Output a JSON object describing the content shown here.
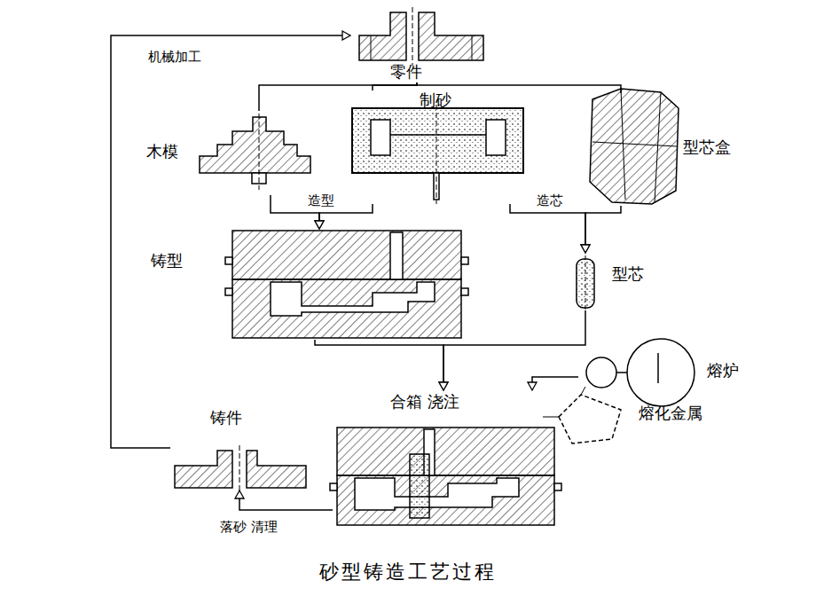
{
  "diagram": {
    "caption": "砂型铸造工艺过程",
    "nodes": [
      {
        "text": [
          "零件"
        ]
      },
      {
        "text": [
          "木模"
        ]
      },
      {
        "text": [
          "制砂"
        ]
      },
      {
        "text": [
          "型芯盒"
        ]
      },
      {
        "text": [
          "铸型"
        ]
      },
      {
        "text": [
          "型芯"
        ]
      },
      {
        "text": [
          "熔炉"
        ]
      },
      {
        "text": [
          "合箱 浇注"
        ]
      },
      {
        "text": [
          "铸件"
        ]
      }
    ],
    "edges": [
      {
        "from": 0,
        "to": 1,
        "arrow": "none"
      },
      {
        "from": 0,
        "to": 2,
        "arrow": "none"
      },
      {
        "from": 0,
        "to": 3,
        "arrow": "none"
      },
      {
        "from": 1,
        "to": 4,
        "label": "造型",
        "arrow": "to"
      },
      {
        "from": 2,
        "to": 4,
        "arrow": "to"
      },
      {
        "from": 2,
        "to": 5,
        "label": "造芯",
        "arrow": "to"
      },
      {
        "from": 3,
        "to": 5,
        "arrow": "to"
      },
      {
        "from": 4,
        "to": 7,
        "arrow": "to"
      },
      {
        "from": 5,
        "to": 7,
        "arrow": "to"
      },
      {
        "from": 6,
        "to": 7,
        "arrow": "to"
      },
      {
        "from": 7,
        "to": 8,
        "label": "落砂 清理",
        "arrow": "to"
      },
      {
        "from": 8,
        "to": 0,
        "label": "机械加工",
        "arrow": "to"
      }
    ],
    "labels": [
      "熔化金属"
    ]
  }
}
